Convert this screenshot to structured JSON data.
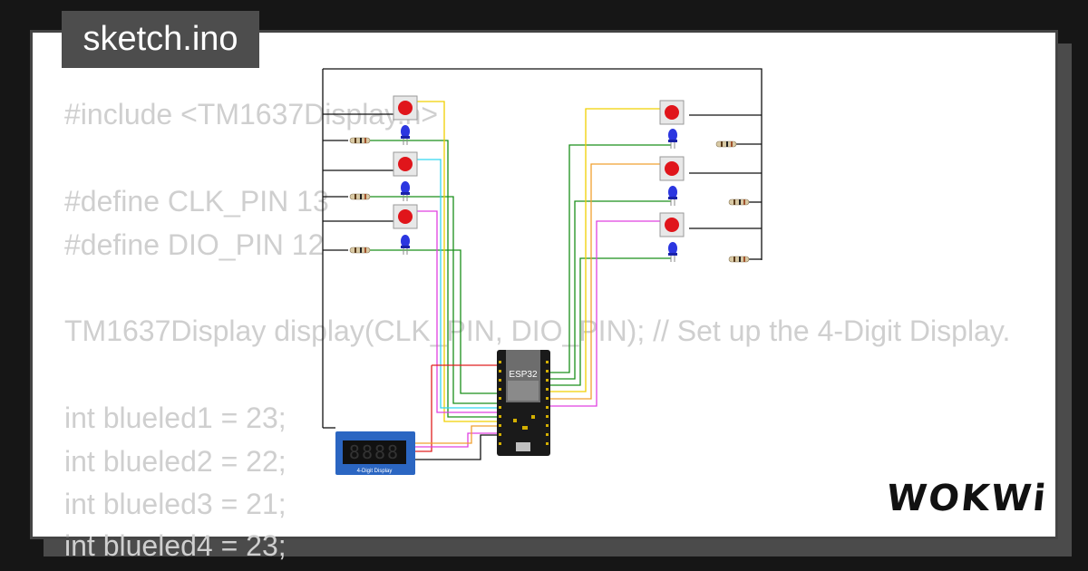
{
  "header": {
    "title": "sketch.ino"
  },
  "code": {
    "lines": [
      "#include <TM1637Display.h>",
      "",
      "#define CLK_PIN 13",
      "#define DIO_PIN 12",
      "",
      "TM1637Display display(CLK_PIN, DIO_PIN); // Set up the 4-Digit Display.",
      "",
      "int blueled1 = 23;",
      "int blueled2 = 22;",
      "int blueled3 = 21;",
      "int blueled4 = 23;"
    ]
  },
  "board": {
    "label": "ESP32"
  },
  "display": {
    "label": "4-Digit Display",
    "digits": "8888"
  },
  "brand": {
    "logo": "WOKWi"
  },
  "colors": {
    "background": "#161616",
    "card": "#ffffff",
    "code_text": "#cfcfcf",
    "title_bg": "#4d4d4d",
    "button_red": "#e0151b",
    "led_blue": "#2b36e0",
    "wire_black": "#111111",
    "wire_green": "#1a8f1a",
    "wire_yellow": "#f0d000",
    "wire_cyan": "#33d6f0",
    "wire_magenta": "#e040e0",
    "wire_orange": "#f0a030",
    "wire_red": "#e02020"
  }
}
